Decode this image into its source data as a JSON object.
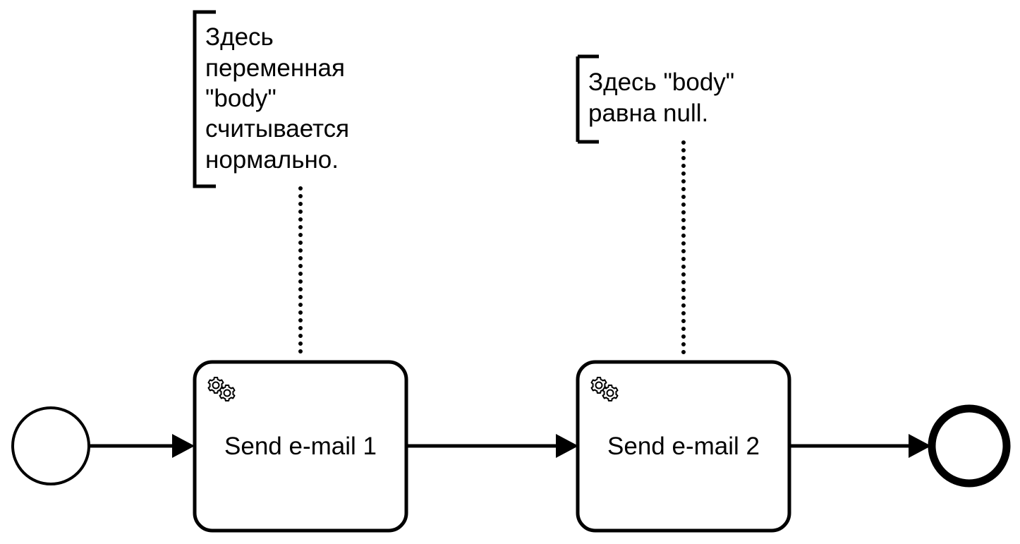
{
  "diagram": {
    "type": "bpmn-process",
    "stroke_color": "#000000",
    "background_color": "#ffffff",
    "start_event": {
      "kind": "start"
    },
    "tasks": [
      {
        "label": "Send e-mail 1",
        "icon": "gear-icon"
      },
      {
        "label": "Send e-mail 2",
        "icon": "gear-icon"
      }
    ],
    "end_event": {
      "kind": "end"
    },
    "annotations": [
      {
        "lines": [
          "Здесь",
          "переменная",
          "\"body\"",
          "считывается",
          "нормально."
        ],
        "attached_to": "Send e-mail 1"
      },
      {
        "lines": [
          "Здесь \"body\"",
          "равна null."
        ],
        "attached_to": "Send e-mail 2"
      }
    ],
    "flows": [
      {
        "from": "start",
        "to": "Send e-mail 1"
      },
      {
        "from": "Send e-mail 1",
        "to": "Send e-mail 2"
      },
      {
        "from": "Send e-mail 2",
        "to": "end"
      }
    ]
  }
}
